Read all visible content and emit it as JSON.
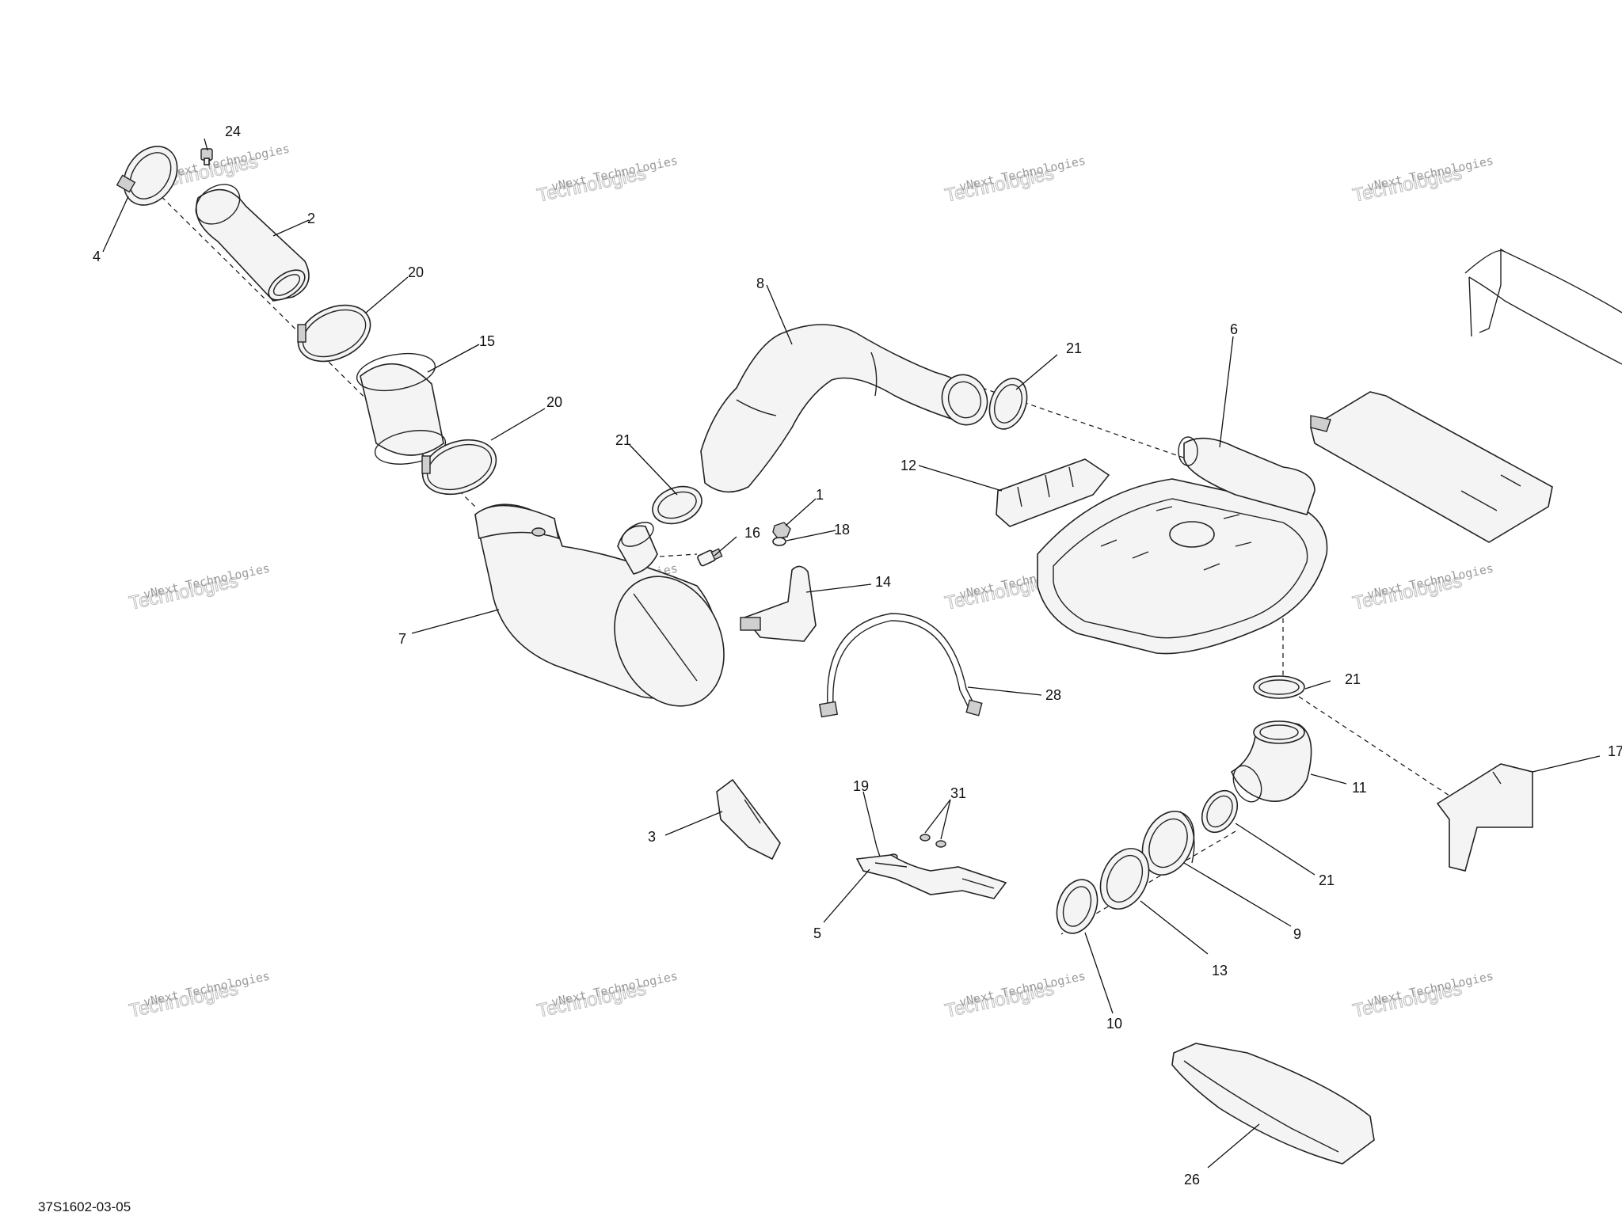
{
  "diagram_ref": "37S1602-03-05",
  "watermark": {
    "line1": "vNext Technologies",
    "line2": "Technologies"
  },
  "callouts": {
    "c24": "24",
    "c4": "4",
    "c2": "2",
    "c20a": "20",
    "c15": "15",
    "c20b": "20",
    "c8": "8",
    "c21a": "21",
    "c21b": "21",
    "c6": "6",
    "c12": "12",
    "c1": "1",
    "c18": "18",
    "c16": "16",
    "c14": "14",
    "c7": "7",
    "c28": "28",
    "c21c": "21",
    "c11": "11",
    "c17": "17",
    "c3": "3",
    "c19": "19",
    "c31": "31",
    "c5": "5",
    "c21d": "21",
    "c9": "9",
    "c13": "13",
    "c10": "10",
    "c26": "26"
  }
}
